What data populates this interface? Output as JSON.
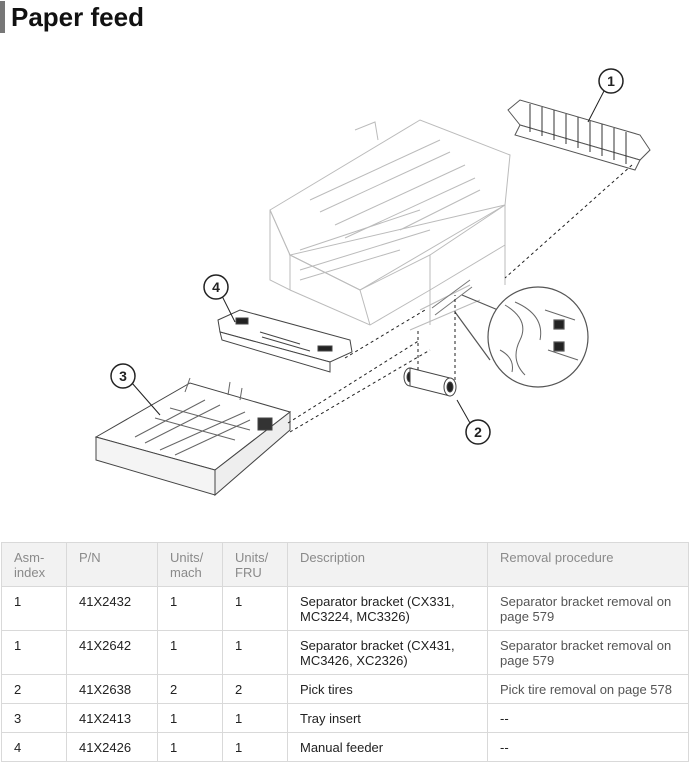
{
  "page": {
    "title": "Paper feed"
  },
  "diagram": {
    "callouts": [
      "1",
      "2",
      "3",
      "4"
    ]
  },
  "table": {
    "headers": [
      "Asm-\nindex",
      "P/N",
      "Units/\nmach",
      "Units/\nFRU",
      "Description",
      "Removal procedure"
    ],
    "rows": [
      [
        "1",
        "41X2432",
        "1",
        "1",
        "Separator bracket (CX331, MC3224, MC3326)",
        "Separator bracket removal on page 579"
      ],
      [
        "1",
        "41X2642",
        "1",
        "1",
        "Separator bracket (CX431, MC3426, XC2326)",
        "Separator bracket removal on page 579"
      ],
      [
        "2",
        "41X2638",
        "2",
        "2",
        "Pick tires",
        "Pick tire removal on page 578"
      ],
      [
        "3",
        "41X2413",
        "1",
        "1",
        "Tray insert",
        "--"
      ],
      [
        "4",
        "41X2426",
        "1",
        "1",
        "Manual feeder",
        "--"
      ]
    ]
  }
}
